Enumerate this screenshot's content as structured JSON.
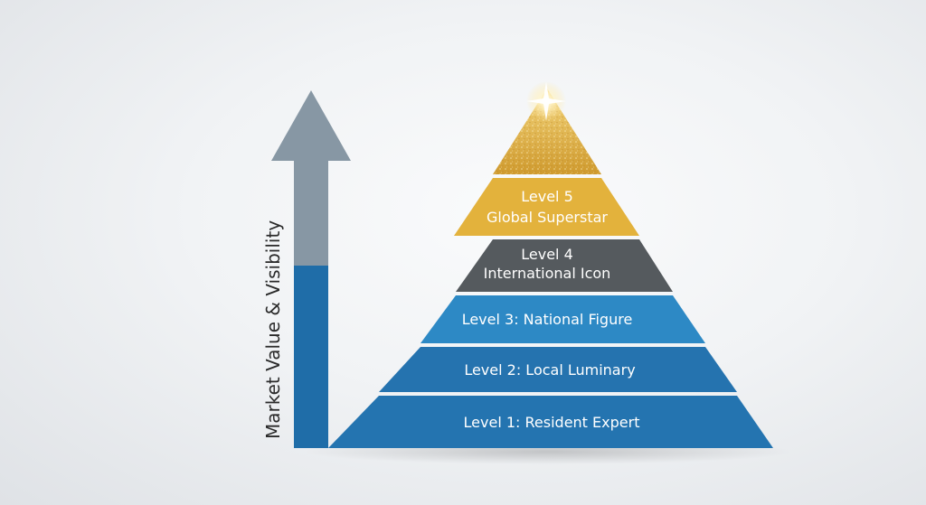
{
  "axis": {
    "label": "Market Value & Visibility"
  },
  "pyramid": {
    "tiers": [
      {
        "level": 1,
        "lines": [
          "Level 1: Resident Expert"
        ],
        "color": "#2474b0"
      },
      {
        "level": 2,
        "lines": [
          "Level 2: Local Luminary"
        ],
        "color": "#2573af"
      },
      {
        "level": 3,
        "lines": [
          "Level 3: National Figure"
        ],
        "color": "#2d89c5"
      },
      {
        "level": 4,
        "lines": [
          "Level 4",
          "International Icon"
        ],
        "color": "#555a5e"
      },
      {
        "level": 5,
        "lines": [
          "Level 5",
          "Global Superstar"
        ],
        "color": "#e3b23c"
      }
    ],
    "apex_color": "#d9a73a"
  },
  "colors": {
    "arrow_top": "#8797a4",
    "arrow_bottom": "#1f6da8"
  }
}
